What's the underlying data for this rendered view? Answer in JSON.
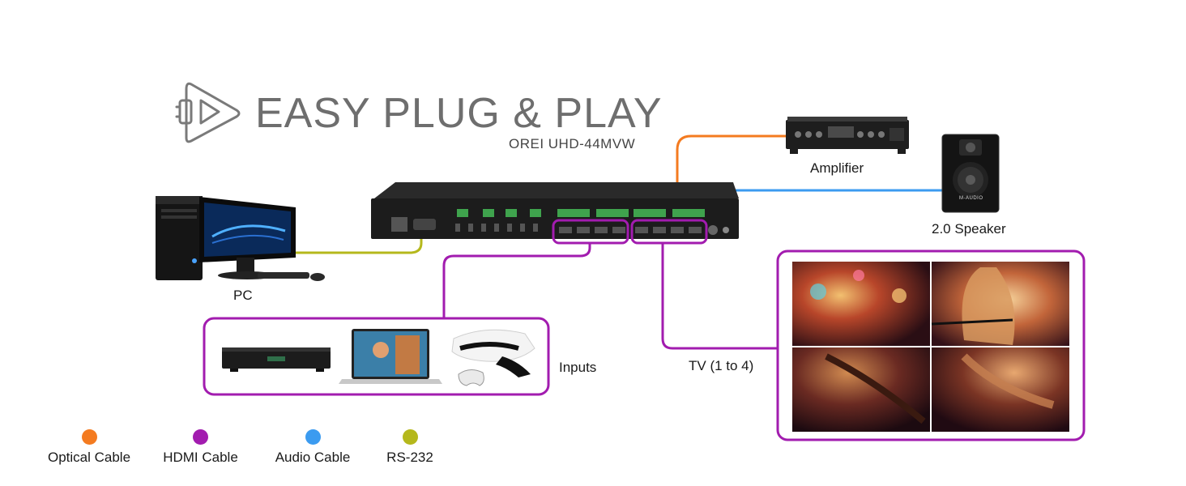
{
  "header": {
    "title": "EASY PLUG & PLAY",
    "model": "OREI UHD-44MVW",
    "logo_icon": "plug-play-icon"
  },
  "devices": {
    "amplifier": "Amplifier",
    "speaker": "2.0 Speaker",
    "speaker_brand": "M-AUDIO",
    "pc": "PC",
    "inputs": "Inputs",
    "tv": "TV (1 to 4)"
  },
  "legend": [
    {
      "label": "Optical Cable",
      "color": "#f47b20"
    },
    {
      "label": "HDMI Cable",
      "color": "#a21caf"
    },
    {
      "label": "Audio Cable",
      "color": "#3b9bf0"
    },
    {
      "label": "RS-232",
      "color": "#b5b81c"
    }
  ],
  "colors": {
    "optical": "#f47b20",
    "hdmi": "#a21caf",
    "audio": "#3b9bf0",
    "rs232": "#b5b81c",
    "title_gray": "#6e6e6e"
  }
}
